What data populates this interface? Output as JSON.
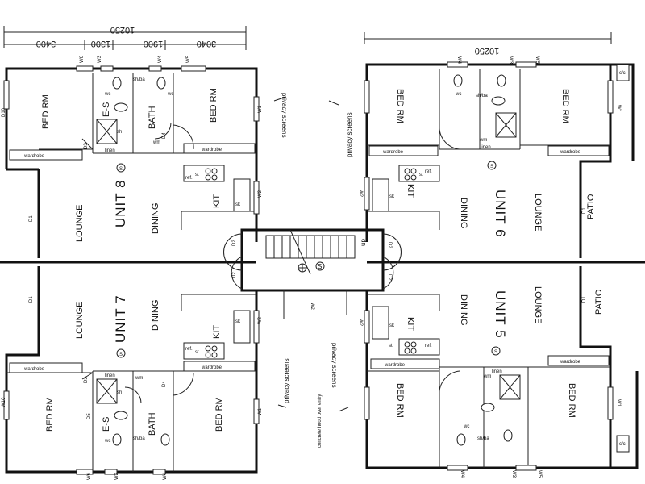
{
  "dimensions": {
    "overall": "10250",
    "d1": "3400",
    "d2": "1300",
    "d3": "1900",
    "d4": "3040"
  },
  "units": {
    "u5": "UNIT 5",
    "u6": "UNIT 6",
    "u7": "UNIT 7",
    "u8": "UNIT 8"
  },
  "rooms": {
    "bed": "BED RM",
    "lounge": "LOUNGE",
    "dining": "DINING",
    "kit": "KIT",
    "bath": "BATH",
    "es": "E-S",
    "patio": "PATIO"
  },
  "labels": {
    "wardrobe": "wardrobe",
    "privacy": "privacy screens",
    "hood": "concrete hood over entry",
    "up": "up",
    "linen": "linen",
    "wc": "wc",
    "shba": "sh/ba",
    "wm": "wm",
    "sh": "sh",
    "st": "st",
    "ref": "ref.",
    "sk": "sk",
    "cc": "c/c"
  },
  "tags": {
    "w1": "W1",
    "w2": "W2",
    "w3": "W3",
    "w4": "W4",
    "w5": "W5",
    "w6": "W6",
    "w10": "W10",
    "d1": "D1",
    "d2": "D2",
    "d3": "D3",
    "d4": "D4",
    "d5": "D5",
    "d10": "D10"
  },
  "symbols": {
    "s": "S"
  }
}
